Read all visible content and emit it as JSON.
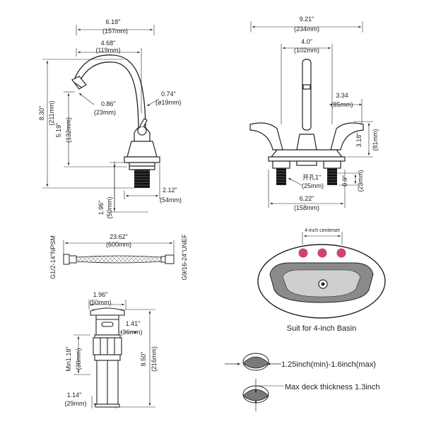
{
  "side_view": {
    "overall_width": {
      "inch": "6.18\"",
      "mm": "(157mm)"
    },
    "spout_reach": {
      "inch": "4.68\"",
      "mm": "(119mm)"
    },
    "total_height": {
      "inch": "8.30\"",
      "mm": "(211mm)"
    },
    "spout_height": {
      "inch": "5.19\"",
      "mm": "(132mm)"
    },
    "aerator": {
      "inch": "0.86\"",
      "mm": "(23mm)"
    },
    "spout_tube": {
      "inch": "0.74\"",
      "mm": "(ø19mm)"
    },
    "shank_length": {
      "inch": "1.96\"",
      "mm": "(50mm)"
    },
    "base_width": {
      "inch": "2.12\"",
      "mm": "(54mm)"
    }
  },
  "front_view": {
    "overall_width": {
      "inch": "9.21\"",
      "mm": "(234mm)"
    },
    "centerset": {
      "inch": "4.0\"",
      "mm": "(102mm)"
    },
    "handle_reach": {
      "inch": "3.34",
      "mm": "(85mm)"
    },
    "handle_height": {
      "inch": "3.18\"",
      "mm": "(81mm)"
    },
    "hole_size": {
      "inch": "开孔1\"",
      "mm": "(25mm)"
    },
    "shank": {
      "inch": "0.9\"",
      "mm": "(23mm)"
    },
    "base_width": {
      "inch": "6.22\"",
      "mm": "(158mm)"
    }
  },
  "hose": {
    "length": {
      "inch": "23.62\"",
      "mm": "(600mm)"
    },
    "left_thread": "G1/2-14\"NPSM",
    "right_thread": "G9/16-24\"UNEF"
  },
  "drain": {
    "top_width": {
      "inch": "1.96\"",
      "mm": "(50mm)"
    },
    "body_width": {
      "inch": "1.41\"",
      "mm": "(36mm)"
    },
    "total_length": {
      "inch": "8.50\"",
      "mm": "(216mm)"
    },
    "min_length": {
      "inch": "Min1.18\"",
      "mm": "(30mm)"
    },
    "tail_width": {
      "inch": "1.14\"",
      "mm": "(29mm)"
    }
  },
  "basin": {
    "centerset_label": "4-inch centerset",
    "caption": "Suit for 4-inch Basin",
    "hole_color": "#d0407a"
  },
  "deck": {
    "hole_range": "1.25inch(min)-1.6inch(max)",
    "max_thickness": "Max deck thickness 1.3inch"
  }
}
